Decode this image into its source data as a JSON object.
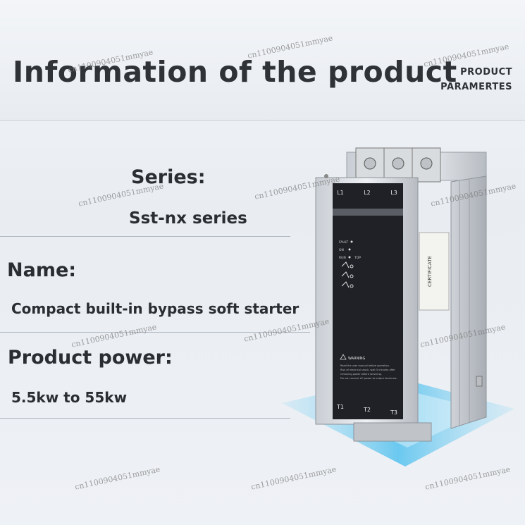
{
  "header": {
    "title": "Information of the product",
    "subtitle_line1": "PRODUCT",
    "subtitle_line2": "PARAMERTES"
  },
  "specs": {
    "series_label": "Series:",
    "series_value": "Sst-nx series",
    "name_label": "Name:",
    "name_value": "Compact built-in bypass soft starter",
    "power_label": "Product power:",
    "power_value": "5.5kw to 55kw"
  },
  "product": {
    "terminals_top": [
      "L1",
      "L2",
      "L3"
    ],
    "terminals_bottom": [
      "T1",
      "T2",
      "T3"
    ],
    "indicators": [
      "FAULT",
      "ON",
      "RUN",
      "TOP"
    ],
    "warning_title": "WARNING",
    "warning_lines": [
      "Read the user manual before operation.",
      "Risk of electrical shock, wait 5 minutes after",
      "removing power before servicing.",
      "Do not connect AC power to output terminals."
    ],
    "certificate": "CERTIFICATE"
  },
  "watermark_text": "cn1100904051mmyae"
}
